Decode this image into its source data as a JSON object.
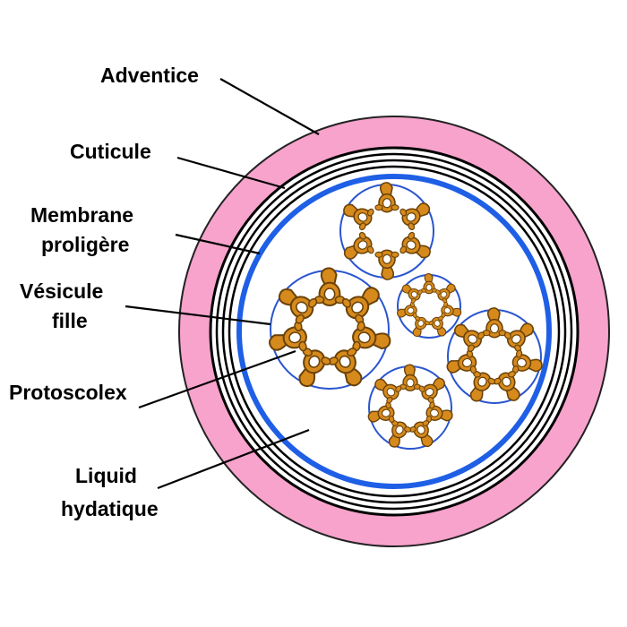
{
  "labels": {
    "adventice": "Adventice",
    "cuticule": "Cuticule",
    "membrane_line1": "Membrane",
    "membrane_line2": "proligère",
    "vesicule_line1": "Vésicule",
    "vesicule_line2": "fille",
    "protoscolex": "Protoscolex",
    "liquid_line1": "Liquid",
    "liquid_line2": "hydatique"
  },
  "colors": {
    "adventice": "#f7a3cc",
    "cuticule_lines": "#000000",
    "membrane_proligere": "#1f5fe6",
    "vesicle_outline": "#2a55d0",
    "protoscolex_fill": "#d68a1c",
    "protoscolex_stroke": "#6a4208",
    "cavity": "#ffffff"
  },
  "icons": {
    "protoscolex": "protoscolex-icon"
  },
  "vesicles": [
    {
      "name": "vesicle-top",
      "scolex_count": 6
    },
    {
      "name": "vesicle-large-left",
      "scolex_count": 7
    },
    {
      "name": "vesicle-small-center",
      "scolex_count": 7
    },
    {
      "name": "vesicle-right",
      "scolex_count": 7
    },
    {
      "name": "vesicle-bottom",
      "scolex_count": 7
    }
  ]
}
